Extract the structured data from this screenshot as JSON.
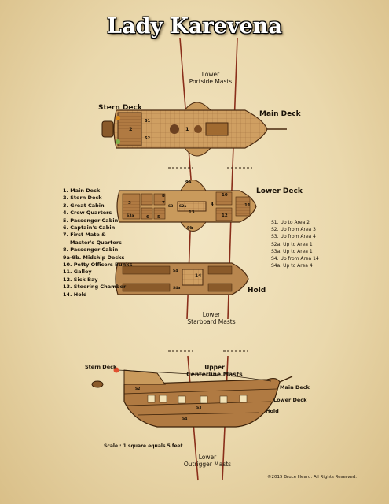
{
  "title": "Lady Karevena",
  "labels": {
    "lower_portside_masts": [
      "Lower",
      "Portside Masts"
    ],
    "stern_deck": "Stern Deck",
    "main_deck": "Main Deck",
    "lower_deck": "Lower Deck",
    "hold": "Hold",
    "lower_starboard_masts": [
      "Lower",
      "Starboard Masts"
    ],
    "upper_centerline_masts": [
      "Upper",
      "Centerline Masts"
    ],
    "lower_outrigger_masts": [
      "Lower",
      "Outrigger Masts"
    ],
    "side_stern_deck": "Stern Deck",
    "side_main_deck": "Main Deck",
    "side_lower_deck": "Lower Deck",
    "side_hold": "Hold",
    "scale": "Scale : 1 square equals 5 feet",
    "copyright": "©2015 Bruce Heard. All Rights Reserved."
  },
  "legend": [
    "1. Main Deck",
    "2. Stern Deck",
    "3. Great Cabin",
    "4. Crew Quarters",
    "5. Passenger Cabin",
    "6. Captain's Cabin",
    "7. First Mate &",
    "Master's Quarters",
    "8. Passenger Cabin",
    "9a-9b. Midship Decks",
    "10. Petty Officers Bunks",
    "11. Galley",
    "12. Sick Bay",
    "13. Steering Chamber",
    "14. Hold"
  ],
  "stairs": [
    "S1. Up to Area 2",
    "S2. Up from Area 3",
    "S3. Up from Area 4",
    "S2a. Up to Area 1",
    "S3a. Up to Area 1",
    "S4. Up from Area 14",
    "S4a. Up to Area 4"
  ],
  "map_numbers": {
    "main": [
      "2",
      "1",
      "S1",
      "S2"
    ],
    "lower": [
      "9a",
      "8",
      "7",
      "3",
      "6",
      "5",
      "S3",
      "S2a",
      "13",
      "4",
      "10",
      "11",
      "12",
      "9b",
      "S3a"
    ],
    "hold": [
      "14",
      "S4",
      "S4a"
    ],
    "side": [
      "S2",
      "S3",
      "S4"
    ]
  },
  "colors": {
    "deck_wood": "#c99a5c",
    "hull_dark": "#6b4020",
    "mast_line": "#8a2e1a",
    "parchment": "#ead8ac"
  }
}
